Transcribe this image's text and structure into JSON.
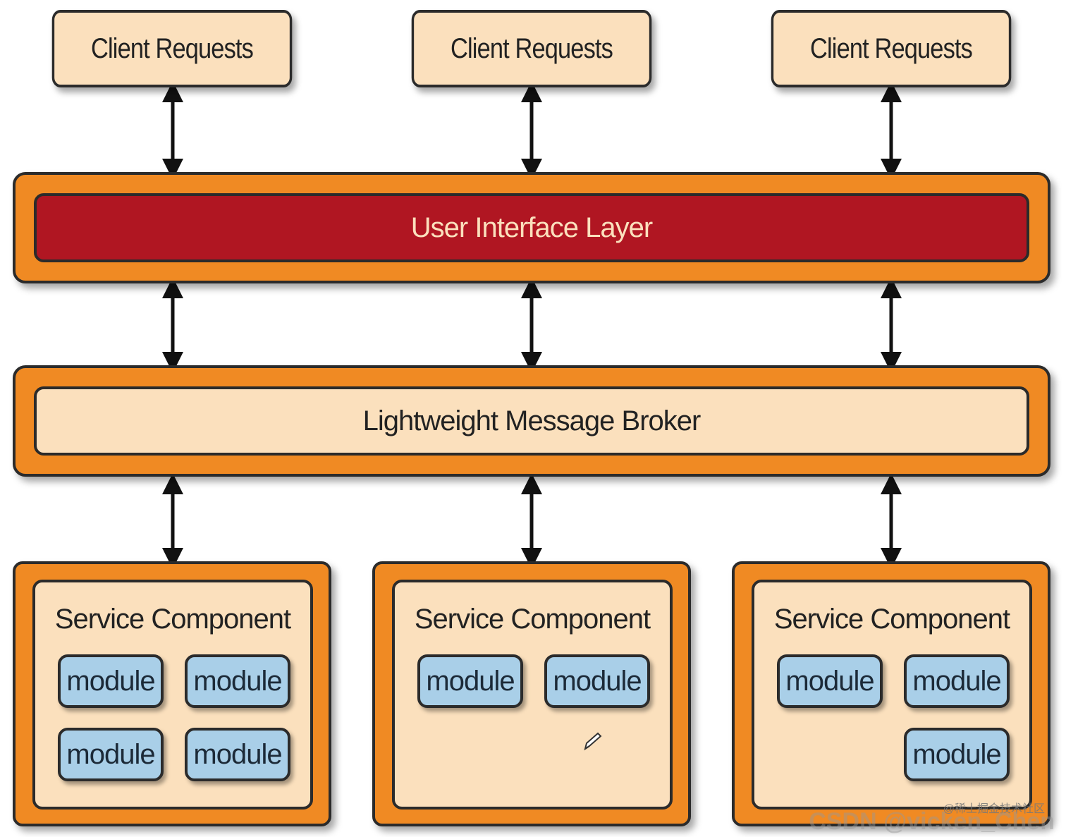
{
  "clients": [
    {
      "label": "Client Requests"
    },
    {
      "label": "Client Requests"
    },
    {
      "label": "Client Requests"
    }
  ],
  "ui_layer": {
    "label": "User Interface Layer"
  },
  "broker": {
    "label": "Lightweight Message Broker"
  },
  "services": [
    {
      "title": "Service Component",
      "modules": [
        "module",
        "module",
        "module",
        "module"
      ]
    },
    {
      "title": "Service Component",
      "modules": [
        "module",
        "module"
      ]
    },
    {
      "title": "Service Component",
      "modules": [
        "module",
        "module",
        "module"
      ]
    }
  ],
  "watermark": {
    "site": "@稀土掘金技术社区",
    "credit": "CSDN @vicken_Chen"
  },
  "colors": {
    "orange_frame": "#f08a23",
    "cream": "#fbe0bd",
    "ui_red": "#b01622",
    "module_blue": "#a9cfe8",
    "outline": "#2b2b2b"
  }
}
